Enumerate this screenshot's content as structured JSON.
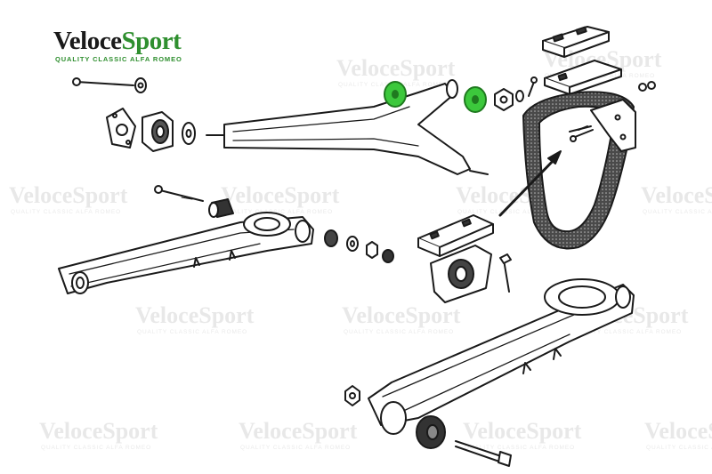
{
  "logo": {
    "brand_first": "Veloce",
    "brand_second": "Sport",
    "tagline": "Quality Classic Alfa Romeo"
  },
  "colors": {
    "highlight": "#3cc83c",
    "brand_green": "#2f8f2f",
    "line": "#1a1a1a"
  },
  "highlighted_parts": [
    "bush-left",
    "bush-right"
  ]
}
